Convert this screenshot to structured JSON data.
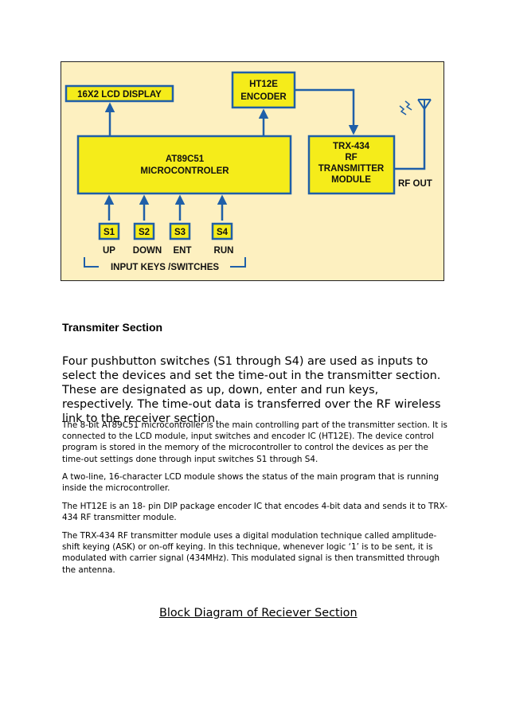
{
  "diagram": {
    "blocks": {
      "lcd": "16X2 LCD DISPLAY",
      "encoder_line1": "HT12E",
      "encoder_line2": "ENCODER",
      "mcu_line1": "AT89C51",
      "mcu_line2": "MICROCONTROLER",
      "trx_line1": "TRX-434",
      "trx_line2": "RF",
      "trx_line3": "TRANSMITTER",
      "trx_line4": "MODULE"
    },
    "rf_out": "RF OUT",
    "switches": [
      {
        "id": "S1",
        "label": "UP"
      },
      {
        "id": "S2",
        "label": "DOWN"
      },
      {
        "id": "S3",
        "label": "ENT"
      },
      {
        "id": "S4",
        "label": "RUN"
      }
    ],
    "keys_label": "INPUT KEYS /SWITCHES",
    "colors": {
      "background": "#fdf0c0",
      "block": "#f5ec1a",
      "line": "#1f5fa8",
      "frame": "#222222"
    }
  },
  "section_heading": "Transmiter Section",
  "intro": "Four pushbutton switches (S1 through S4) are used as inputs to select the devices and set the time-out in the transmitter section. These are designated as up, down, enter and run keys, respectively. The time-out data is transferred over the RF wireless link to the receiver section.",
  "paragraphs": [
    "The 8-bit AT89C51 microcontroller is the main controlling part of the transmitter section. It is connected to the LCD module, input switches and encoder IC (HT12E). The device control program is stored in the memory of the microcontroller to control the devices as per the time-out settings  done through input switches S1 through S4.",
    "A two-line, 16-character LCD module shows the status of the main program that is running inside the microcontroller.",
    "The HT12E is an 18- pin DIP package encoder IC that encodes 4-bit data and sends it to TRX-434 RF transmitter module.",
    "The TRX-434 RF transmitter module uses a digital modulation technique called amplitude-shift keying (ASK) or on-off keying. In this technique, whenever logic ‘1’ is to be sent, it is modulated with carrier signal (434MHz). This modulated signal is then transmitted through the antenna."
  ],
  "footer_title": "Block Diagram of Reciever Section"
}
